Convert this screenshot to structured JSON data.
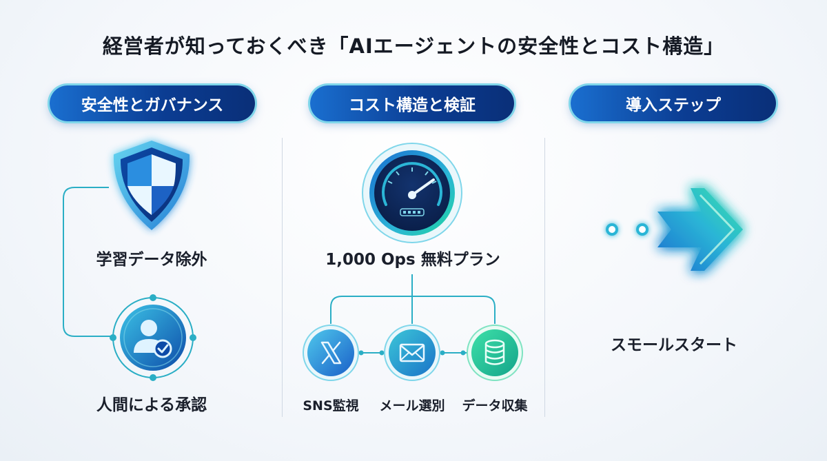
{
  "title": "経営者が知っておくべき「AIエージェントの安全性とコスト構造」",
  "columns": [
    {
      "header": "安全性とガバナンス"
    },
    {
      "header": "コスト構造と検証"
    },
    {
      "header": "導入ステップ"
    }
  ],
  "safety": {
    "item1": "学習データ除外",
    "item2": "人間による承認",
    "icons": [
      "shield-icon",
      "user-check-icon"
    ]
  },
  "cost": {
    "plan": "1,000 Ops 無料プラン",
    "uses": [
      "SNS監視",
      "メール選別",
      "データ収集"
    ],
    "icons": [
      "speedometer-icon",
      "x-logo-icon",
      "mail-icon",
      "database-icon"
    ]
  },
  "steps": {
    "item": "スモールスタート",
    "icons": [
      "arrow-icon"
    ]
  },
  "colors": {
    "navy": "#0b3d93",
    "blue": "#1a6fd0",
    "cyan": "#2bb5d6",
    "green": "#1fd6a0",
    "line": "#2aaec5"
  }
}
